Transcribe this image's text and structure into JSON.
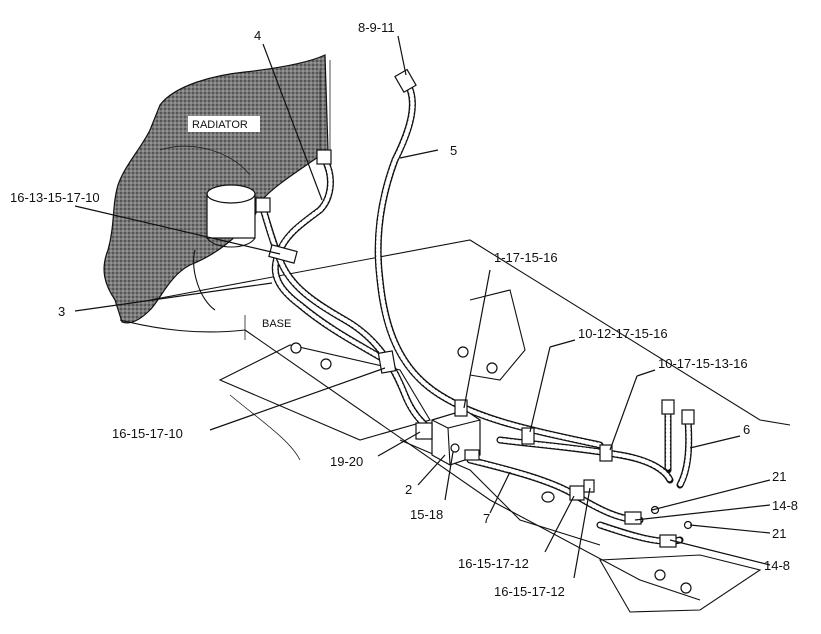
{
  "diagram": {
    "inner_labels": {
      "radiator": "RADIATOR",
      "base": "BASE"
    },
    "callouts": [
      {
        "id": "c-8-9-11",
        "text": "8-9-11"
      },
      {
        "id": "c-4",
        "text": "4"
      },
      {
        "id": "c-5",
        "text": "5"
      },
      {
        "id": "c-16-13-15-17-10",
        "text": "16-13-15-17-10"
      },
      {
        "id": "c-3",
        "text": "3"
      },
      {
        "id": "c-1-17-15-16",
        "text": "1-17-15-16"
      },
      {
        "id": "c-10-12-17-15-16",
        "text": "10-12-17-15-16"
      },
      {
        "id": "c-10-17-15-13-16",
        "text": "10-17-15-13-16"
      },
      {
        "id": "c-6",
        "text": "6"
      },
      {
        "id": "c-16-15-17-10",
        "text": "16-15-17-10"
      },
      {
        "id": "c-19-20",
        "text": "19-20"
      },
      {
        "id": "c-2",
        "text": "2"
      },
      {
        "id": "c-15-18",
        "text": "15-18"
      },
      {
        "id": "c-7",
        "text": "7"
      },
      {
        "id": "c-21-a",
        "text": "21"
      },
      {
        "id": "c-14-8-a",
        "text": "14-8"
      },
      {
        "id": "c-21-b",
        "text": "21"
      },
      {
        "id": "c-14-8-b",
        "text": "14-8"
      },
      {
        "id": "c-16-15-17-12-a",
        "text": "16-15-17-12"
      },
      {
        "id": "c-16-15-17-12-b",
        "text": "16-15-17-12"
      }
    ]
  }
}
